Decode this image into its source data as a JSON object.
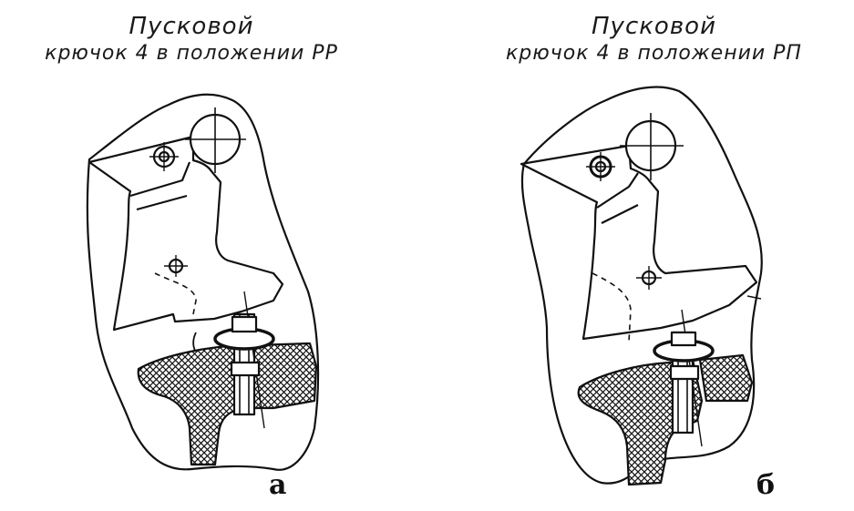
{
  "panels": [
    {
      "title_line1": "Пусковой",
      "title_line2": "крючок  4  в положении  РР",
      "letter": "а"
    },
    {
      "title_line1": "Пусковой",
      "title_line2": "крючок  4  в положении  РП",
      "letter": "б"
    }
  ],
  "colors": {
    "ink": "#111111",
    "paper": "#ffffff"
  }
}
